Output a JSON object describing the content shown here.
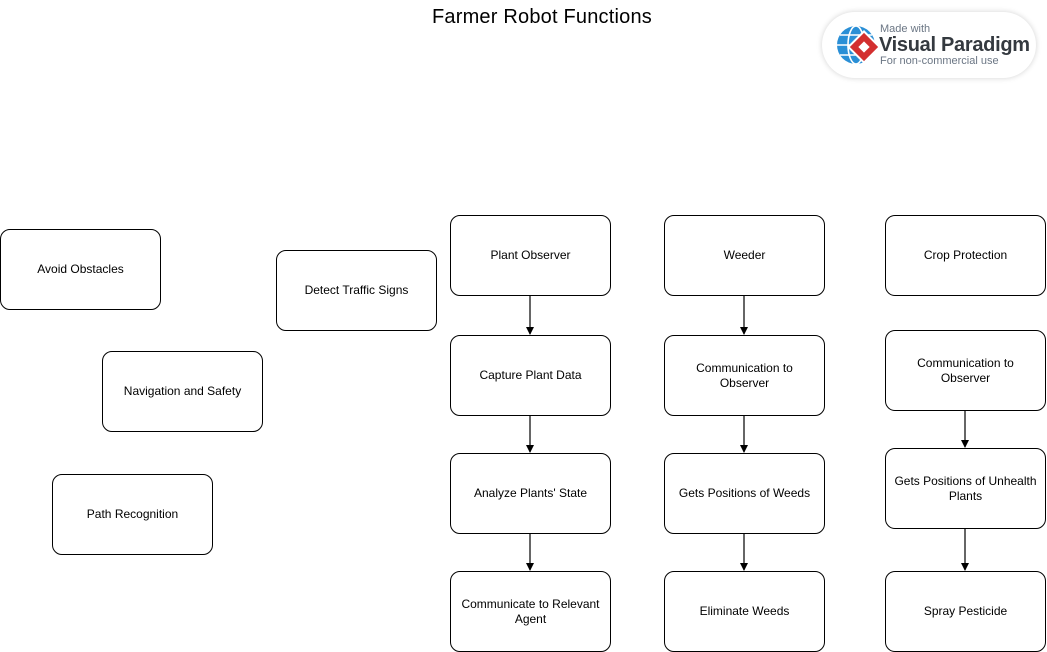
{
  "diagram": {
    "title": "Farmer Robot Functions",
    "nodes": {
      "avoid_obstacles": "Avoid Obstacles",
      "detect_traffic_signs": "Detect Traffic Signs",
      "navigation_safety": "Navigation and Safety",
      "path_recognition": "Path Recognition",
      "plant_observer": "Plant Observer",
      "capture_plant_data": "Capture Plant Data",
      "analyze_plants_state": "Analyze Plants' State",
      "communicate_relevant_agent": "Communicate to Relevant Agent",
      "weeder": "Weeder",
      "weeder_comm_observer": "Communication to Observer",
      "gets_positions_weeds": "Gets Positions of Weeds",
      "eliminate_weeds": "Eliminate Weeds",
      "crop_protection": "Crop Protection",
      "crop_comm_observer": "Communication to Observer",
      "gets_positions_unhealth": "Gets Positions of Unhealth Plants",
      "spray_pesticide": "Spray Pesticide"
    },
    "edges": [
      [
        "plant_observer",
        "capture_plant_data"
      ],
      [
        "capture_plant_data",
        "analyze_plants_state"
      ],
      [
        "analyze_plants_state",
        "communicate_relevant_agent"
      ],
      [
        "weeder",
        "weeder_comm_observer"
      ],
      [
        "weeder_comm_observer",
        "gets_positions_weeds"
      ],
      [
        "gets_positions_weeds",
        "eliminate_weeds"
      ],
      [
        "crop_comm_observer",
        "gets_positions_unhealth"
      ],
      [
        "gets_positions_unhealth",
        "spray_pesticide"
      ]
    ]
  },
  "watermark": {
    "line1": "Made with",
    "brand": "Visual Paradigm",
    "line2": "For non-commercial use",
    "colors": {
      "globe": "#2a8fd6",
      "diamond": "#d32f2f"
    }
  }
}
